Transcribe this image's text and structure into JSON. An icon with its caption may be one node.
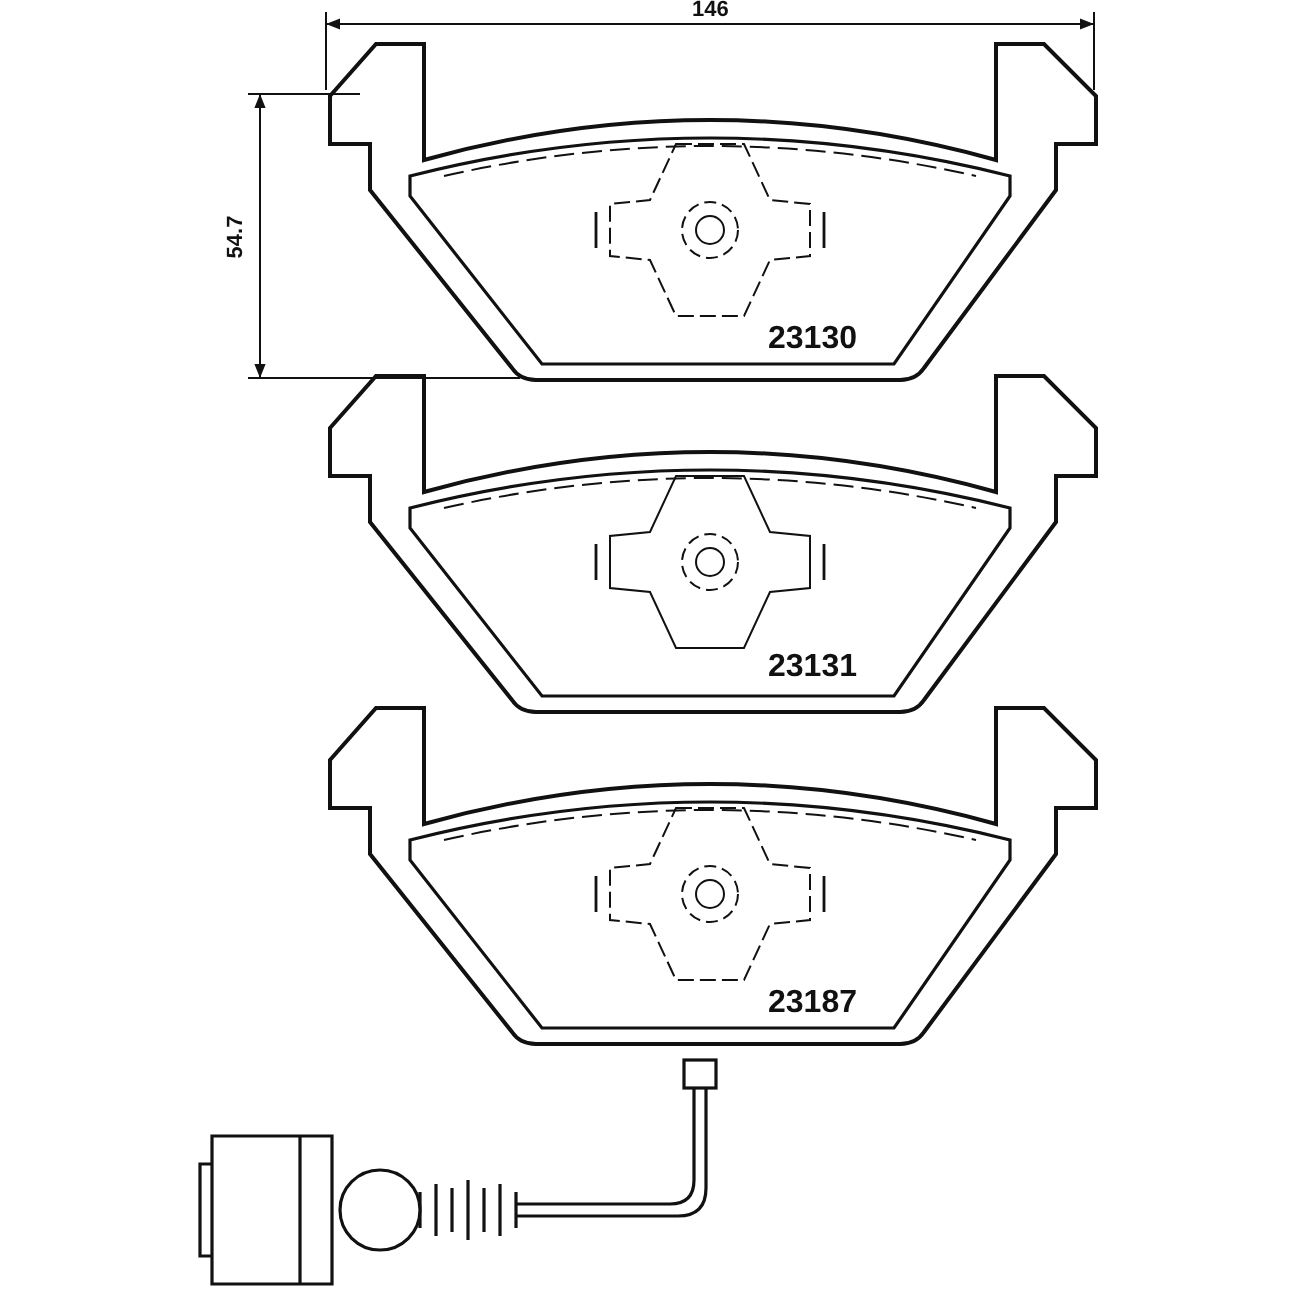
{
  "diagram": {
    "labels": [
      "146",
      "54.7",
      "23130",
      "23131",
      "23187"
    ]
  }
}
